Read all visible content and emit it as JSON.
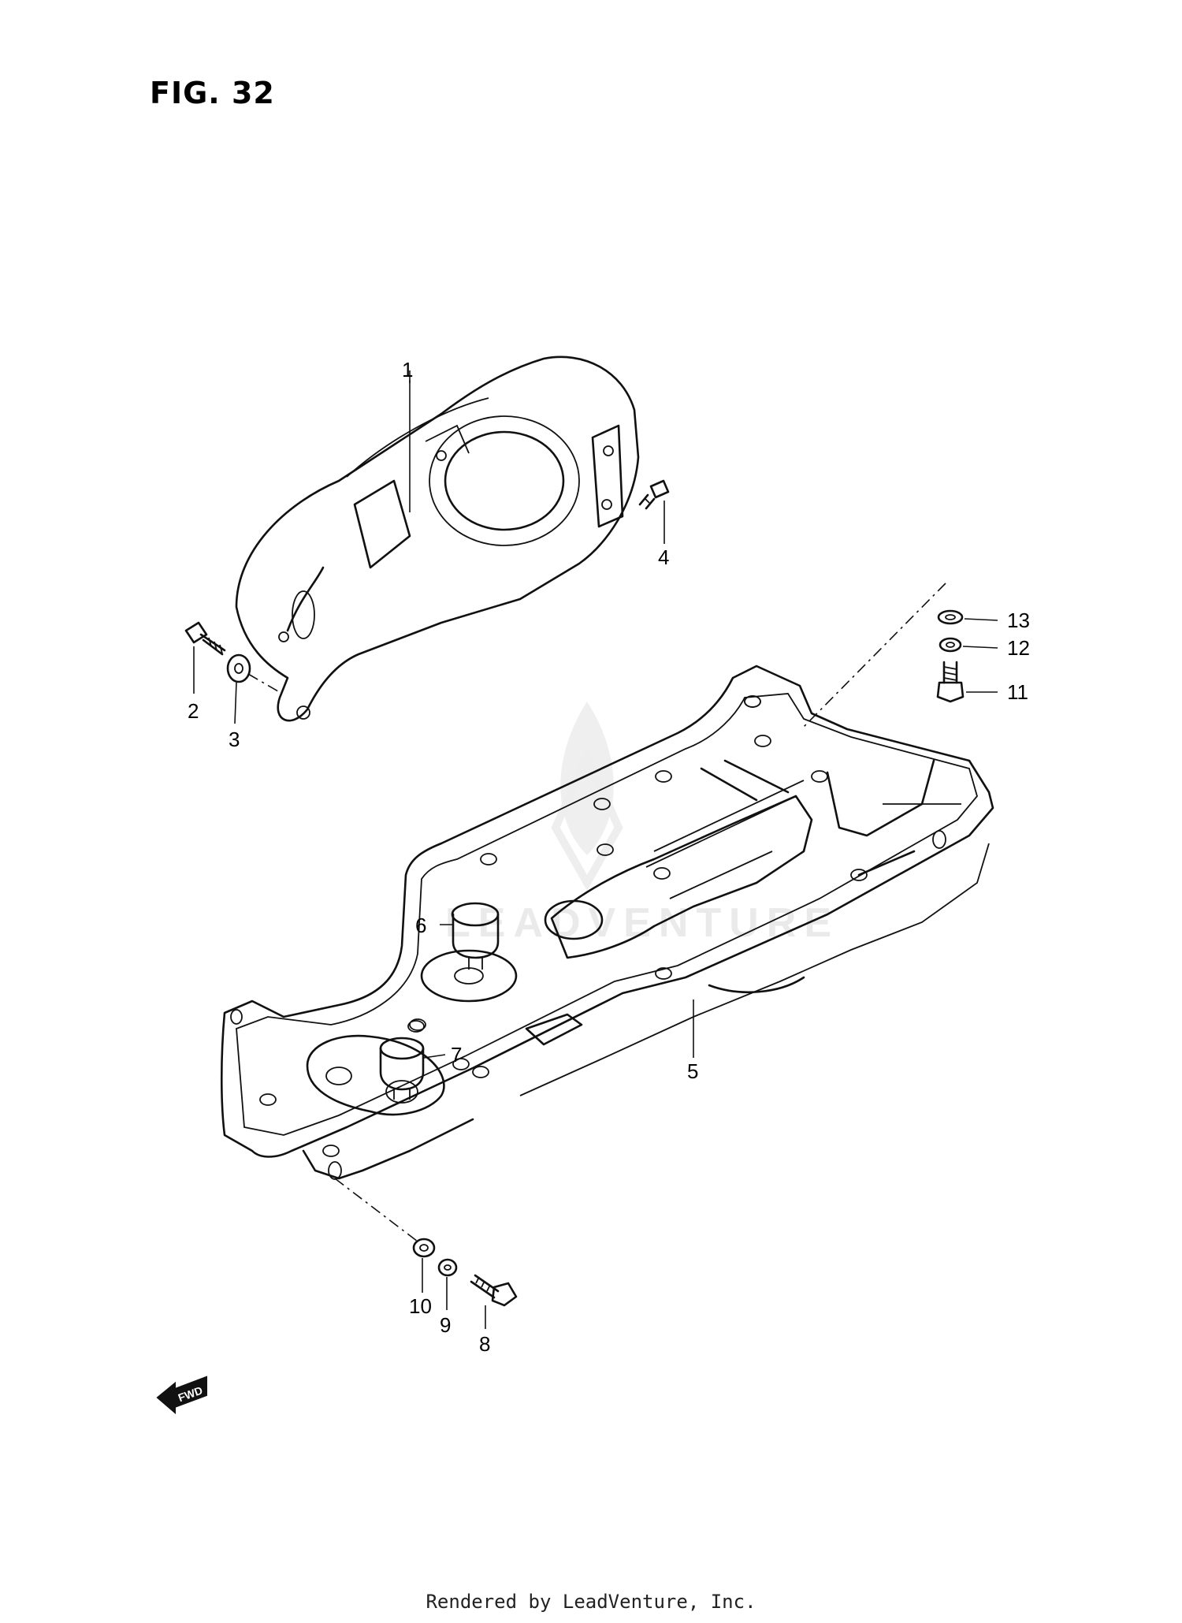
{
  "figure": {
    "title": "FIG. 32"
  },
  "callouts": [
    "1",
    "2",
    "3",
    "4",
    "5",
    "6",
    "7",
    "8",
    "9",
    "10",
    "11",
    "12",
    "13"
  ],
  "fwd_badge": "FWD",
  "watermark": "LEADVENTURE",
  "footer": "Rendered by LeadVenture, Inc."
}
